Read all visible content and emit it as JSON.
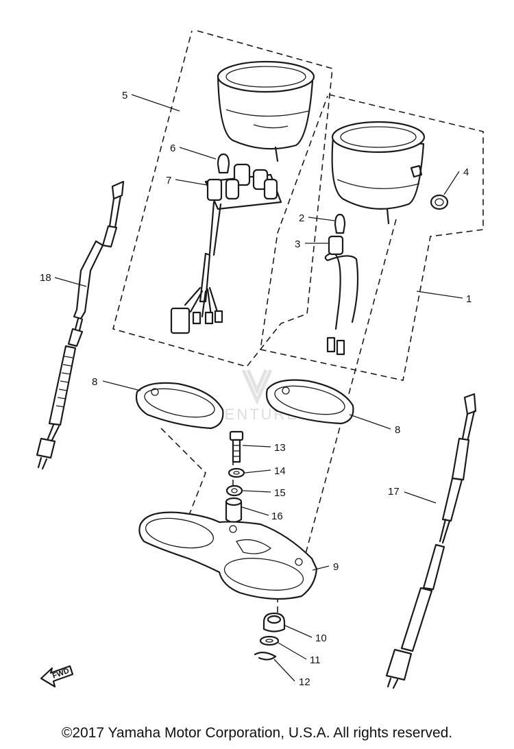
{
  "labels": {
    "p1": "1",
    "p2": "2",
    "p3": "3",
    "p4": "4",
    "p5": "5",
    "p6": "6",
    "p7": "7",
    "p8a": "8",
    "p8b": "8",
    "p9": "9",
    "p10": "10",
    "p11": "11",
    "p12": "12",
    "p13": "13",
    "p14": "14",
    "p15": "15",
    "p16": "16",
    "p17": "17",
    "p18": "18"
  },
  "fwd_label": "FWD",
  "watermark": "VENTURE",
  "copyright": "©2017 Yamaha Motor Corporation, U.S.A. All rights reserved."
}
